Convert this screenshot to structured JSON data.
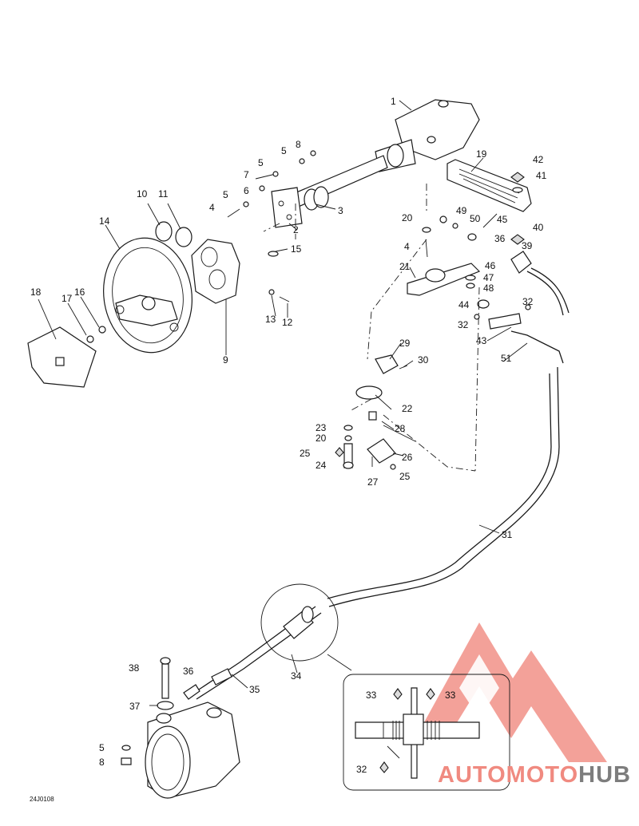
{
  "drawing_code": "24J0108",
  "watermark": {
    "segments": [
      {
        "text": "AUTOMOTO",
        "color": "#f08a80"
      },
      {
        "text": "HUB",
        "color": "#7d7d7d"
      }
    ],
    "logo_color": "#f08a80"
  },
  "callouts": [
    "1",
    "2",
    "3",
    "4",
    "5",
    "5",
    "6",
    "7",
    "8",
    "9",
    "10",
    "11",
    "12",
    "13",
    "14",
    "15",
    "16",
    "17",
    "18",
    "19",
    "20",
    "20",
    "21",
    "22",
    "23",
    "24",
    "25",
    "25",
    "26",
    "27",
    "28",
    "29",
    "30",
    "31",
    "32",
    "32",
    "32",
    "33",
    "33",
    "34",
    "35",
    "36",
    "36",
    "37",
    "38",
    "39",
    "40",
    "41",
    "42",
    "43",
    "44",
    "45",
    "46",
    "47",
    "48",
    "49",
    "50",
    "51",
    "4",
    "5",
    "5",
    "8"
  ]
}
